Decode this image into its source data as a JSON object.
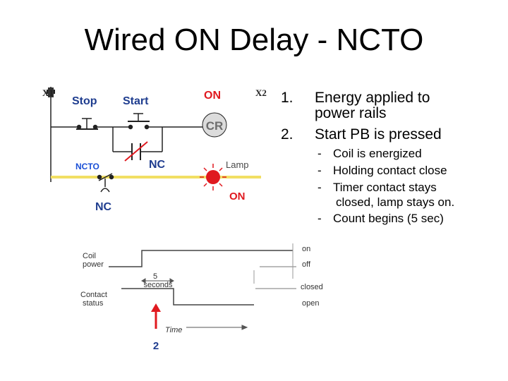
{
  "title": "Wired ON Delay - NCTO",
  "circuit": {
    "rail_left": "X1",
    "rail_right": "X2",
    "stop_label": "Stop",
    "start_label": "Start",
    "on_label_top": "ON",
    "coil_label": "CR",
    "ncto_label": "NCTO",
    "nc_label_holding": "NC",
    "lamp_label": "Lamp",
    "on_label_lamp": "ON",
    "nc_label_left": "NC"
  },
  "timing": {
    "coil_power_line1": "Coil",
    "coil_power_line2": "power",
    "contact_status_line1": "Contact",
    "contact_status_line2": "status",
    "on": "on",
    "off": "off",
    "closed": "closed",
    "open": "open",
    "delay_value": "5",
    "delay_unit": "seconds",
    "time_label": "Time",
    "marker_number": "2"
  },
  "steps": [
    {
      "num": "1.",
      "line1": "Energy applied to",
      "line2": "power rails"
    },
    {
      "num": "2.",
      "line1": "Start PB is pressed"
    }
  ],
  "substeps": [
    {
      "dash": "-",
      "line1": "Coil is energized"
    },
    {
      "dash": "-",
      "line1": "Holding contact close"
    },
    {
      "dash": "-",
      "line1": "Timer contact stays",
      "line2": "closed, lamp stays on."
    },
    {
      "dash": "-",
      "line1": "Count begins (5 sec)"
    }
  ],
  "colors": {
    "rail": "#222222",
    "blue_label": "#1f3d8f",
    "ncto_blue": "#1a4fd6",
    "red": "#e0191f",
    "yellow_line": "#f2df63",
    "coil_fill": "#dcdcdc",
    "coil_text": "#6d6d6d",
    "lamp_text": "#4a4a4a"
  }
}
